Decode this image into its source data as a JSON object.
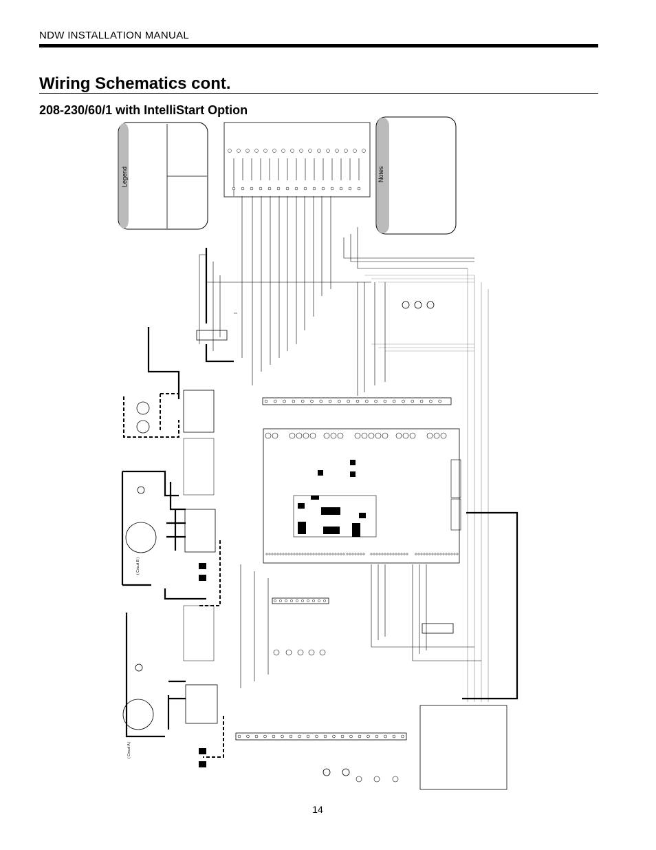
{
  "header": {
    "manual_title": "NDW INSTALLATION MANUAL"
  },
  "page": {
    "title": "Wiring Schematics cont.",
    "subtitle": "208-230/60/1 with IntelliStart Option",
    "page_number": "14"
  },
  "schematic": {
    "legend_label": "Legend",
    "notes_label": "Notes",
    "circuit_b_label": "( Circuit B )",
    "circuit_a_label": "( Circuit A )"
  }
}
